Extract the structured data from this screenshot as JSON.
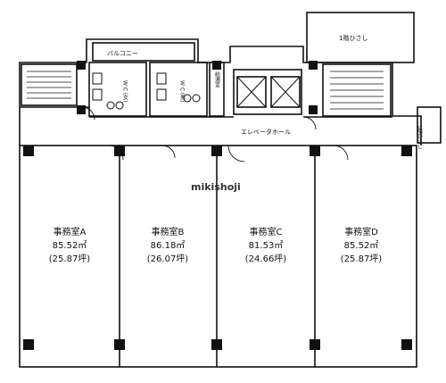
{
  "labels": {
    "balcony": "バルコニー",
    "eaves_top": "1階ひさし",
    "eaves_right": "1階ひさし",
    "elevator_hall": "エレベータホール",
    "wc_female": "W C (女)",
    "wc_male": "W C (男)",
    "kyutoshitsu": "給湯室"
  },
  "watermark": "mikishoji",
  "offices": [
    {
      "name": "事務室A",
      "area_m2": "85.52㎡",
      "area_tsubo": "(25.87坪)"
    },
    {
      "name": "事務室B",
      "area_m2": "86.18㎡",
      "area_tsubo": "(26.07坪)"
    },
    {
      "name": "事務室C",
      "area_m2": "81.53㎡",
      "area_tsubo": "(24.66坪)"
    },
    {
      "name": "事務室D",
      "area_m2": "85.52㎡",
      "area_tsubo": "(25.87坪)"
    }
  ]
}
